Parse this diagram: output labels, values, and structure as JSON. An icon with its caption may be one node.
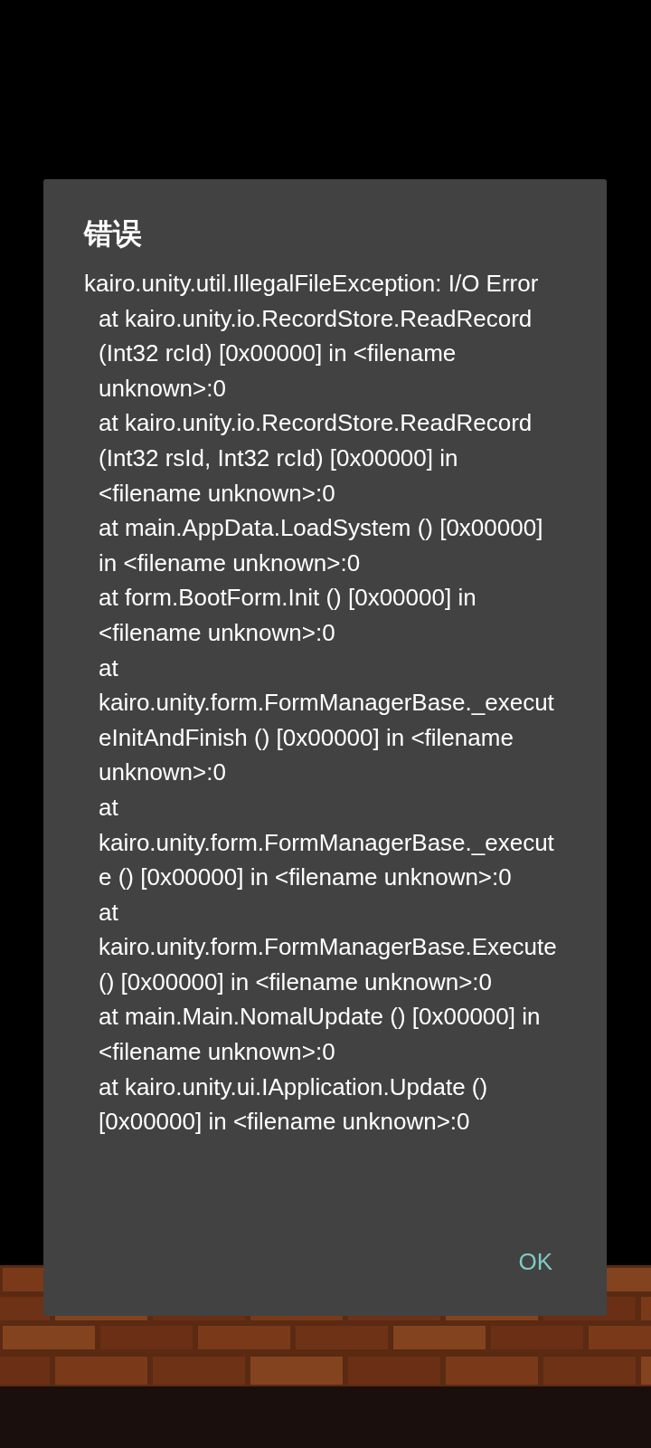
{
  "diagram": {
    "nodes": [
      {
        "text": [
          "错误",
          "kairo.unity.util.IllegalFileException: I/O Error",
          "at kairo.unity.io.RecordStore.ReadRecord (Int32 rcId) [0x00000] in <filename unknown>:0",
          "at kairo.unity.io.RecordStore.ReadRecord (Int32 rsId, Int32 rcId) [0x00000] in <filename unknown>:0",
          "at main.AppData.LoadSystem () [0x00000] in <filename unknown>:0",
          "at form.BootForm.Init () [0x00000] in <filename unknown>:0",
          "at kairo.unity.form.FormManagerBase._executeInitAndFinish () [0x00000] in <filename unknown>:0",
          "at kairo.unity.form.FormManagerBase._execute () [0x00000] in <filename unknown>:0",
          "at kairo.unity.form.FormManagerBase.Execute () [0x00000] in <filename unknown>:0",
          "at main.Main.NomalUpdate () [0x00000] in <filename unknown>:0",
          "at kairo.unity.ui.IApplication.Update () [0x00000] in <filename unknown>:0"
        ]
      },
      {
        "text": [
          "OK"
        ],
        "in": 0
      }
    ]
  }
}
